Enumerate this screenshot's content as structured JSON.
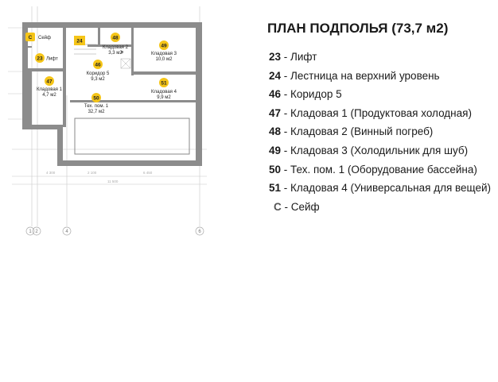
{
  "title": "ПЛАН ПОДПОЛЬЯ (73,7 м2)",
  "legend": [
    {
      "num": "23",
      "text": " - Лифт"
    },
    {
      "num": "24",
      "text": " - Лестница на верхний уровень"
    },
    {
      "num": "46",
      "text": " - Коридор 5"
    },
    {
      "num": "47",
      "text": " - Кладовая 1 (Продуктовая холодная)"
    },
    {
      "num": "48",
      "text": " - Кладовая 2 (Винный погреб)"
    },
    {
      "num": "49",
      "text": " - Кладовая 3 (Холодильник для шуб)"
    },
    {
      "num": "50",
      "text": " - Тех. пом. 1 (Оборудование бассейна)"
    },
    {
      "num": "51",
      "text": " - Кладовая 4 (Универсальная для вещей)"
    },
    {
      "num": "С",
      "text": " - Сейф"
    }
  ],
  "plan": {
    "badges": {
      "c": "С",
      "r23": "23",
      "r24": "24",
      "r46": "46",
      "r47": "47",
      "r48": "48",
      "r49": "49",
      "r50": "50",
      "r51": "51"
    },
    "labels": {
      "safe": "Сейф",
      "lift": "Лифт",
      "r48_name": "Кладовая 2",
      "r48_area": "3,3 м2",
      "r49_name": "Кладовая 3",
      "r49_area": "10,0 м2",
      "r46_name": "Коридор 5",
      "r46_area": "9,3 м2",
      "r47_name": "Кладовая 1",
      "r47_area": "4,7 м2",
      "r51_name": "Кладовая 4",
      "r51_area": "9,9 м2",
      "r50_name": "Тех. пом. 1",
      "r50_area": "32,7 м2"
    },
    "axes": {
      "a": "1",
      "b": "2",
      "c": "4",
      "d": "6"
    },
    "badge_color": "#f5c518",
    "wall_color": "#8c8c8c"
  }
}
